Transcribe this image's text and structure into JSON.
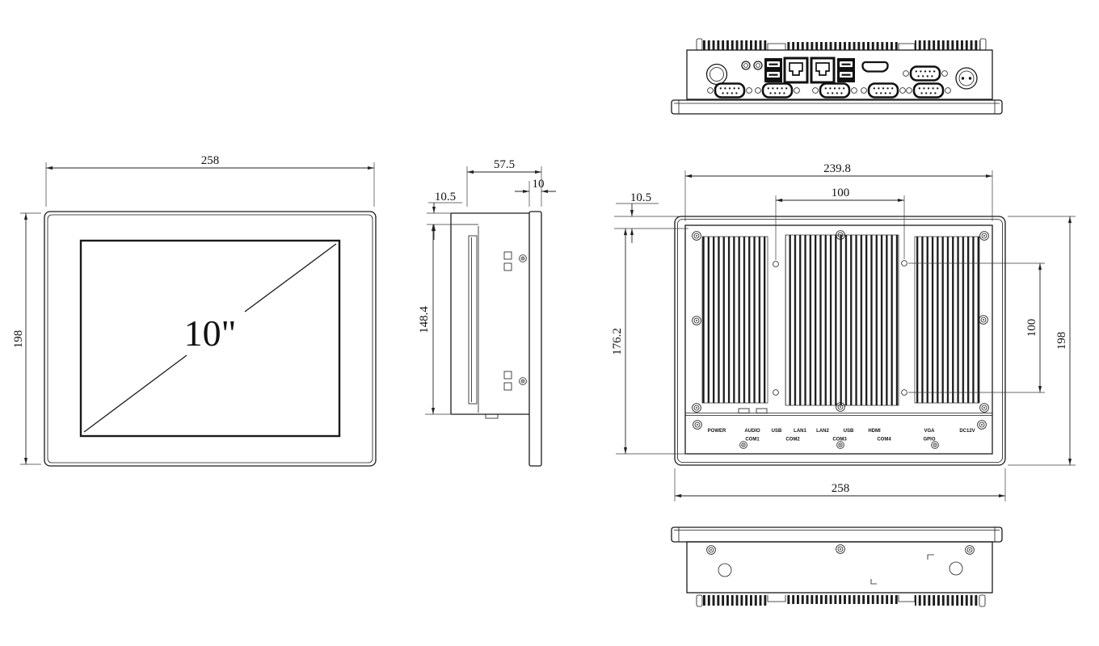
{
  "colors": {
    "line": "#1a1a1a",
    "background": "#ffffff"
  },
  "front": {
    "dim_width": "258",
    "dim_height": "198",
    "screen_label": "10\""
  },
  "side": {
    "dim_depth": "57.5",
    "dim_front_thickness": "10",
    "dim_step": "10.5",
    "dim_body_height": "148.4"
  },
  "rear": {
    "dim_body_width": "239.8",
    "dim_vesa_horizontal": "100",
    "dim_step": "10.5",
    "dim_body_height": "176.2",
    "dim_vesa_vertical": "100",
    "dim_height": "198",
    "dim_width": "258"
  },
  "ports": {
    "power": "POWER",
    "audio": "AUDIO",
    "usb_a": "USB",
    "lan1": "LAN1",
    "lan2": "LAN2",
    "usb_b": "USB",
    "hdmi": "HDMI",
    "vga": "VGA",
    "dc12v": "DC12V",
    "com1": "COM1",
    "com2": "COM2",
    "com3": "COM3",
    "com4": "COM4",
    "gpio": "GPIO"
  }
}
